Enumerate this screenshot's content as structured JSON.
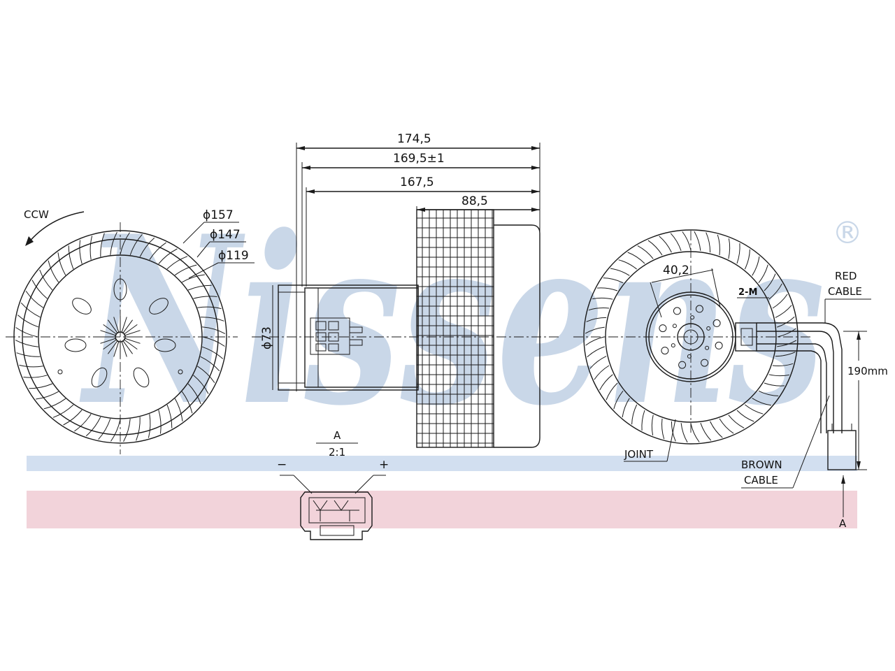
{
  "watermark": {
    "text": "Nissens",
    "registered": "®",
    "color": "#c9d7e8",
    "band_blue": "#d2dff0",
    "band_pink": "#f2d3da"
  },
  "front_view": {
    "rotation": "CCW",
    "diameters": [
      "ϕ157",
      "ϕ147",
      "ϕ119"
    ]
  },
  "side_view": {
    "overall_lengths": [
      "174,5",
      "169,5±1",
      "167,5"
    ],
    "wheel_length": "88,5",
    "motor_diameter": "ϕ73"
  },
  "detail": {
    "label": "A",
    "scale": "2:1",
    "minus": "−",
    "plus": "+"
  },
  "rear_view": {
    "bolt_circle": "40,2",
    "tag": "2-M",
    "red_cable": [
      "RED",
      "CABLE"
    ],
    "brown_cable": [
      "BROWN",
      "CABLE"
    ],
    "joint": "JOINT",
    "cable_length": "190mm",
    "section_mark": "A"
  }
}
